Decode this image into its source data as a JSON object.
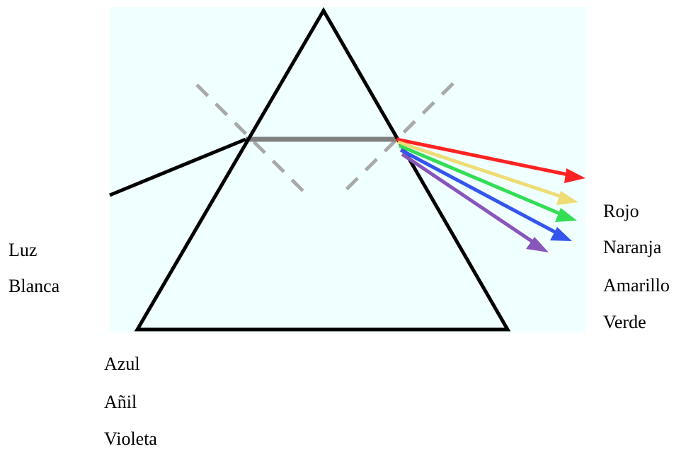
{
  "labels": {
    "light_line1": "Luz",
    "light_line2": "Blanca",
    "colors_right": [
      "Rojo",
      "Naranja",
      "Amarillo",
      "Verde"
    ],
    "colors_below": [
      "Azul",
      "Añil",
      "Violeta"
    ]
  },
  "colors": {
    "panel_background": "#f0ffff",
    "prism_outline": "#000000",
    "incident_ray": "#000000",
    "internal_ray": "#808080",
    "normal_lines": "#a9a9a9",
    "ray_red": "#ff2222",
    "ray_yellow": "#eedd77",
    "ray_green": "#33dd55",
    "ray_blue": "#3355ee",
    "ray_violet": "#8855bb"
  }
}
